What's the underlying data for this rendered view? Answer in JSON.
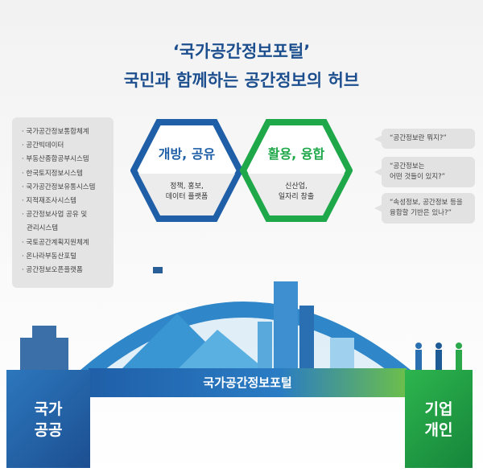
{
  "header": {
    "title_line1": "‘국가공간정보포털’",
    "title_line2": "국민과 함께하는 공간정보의 허브"
  },
  "systems": [
    "· 국가공간정보통합체계",
    "· 공간빅데이터",
    "· 부동산종합공부시스템",
    "· 한국토지정보시스템",
    "· 국가공간정보유통시스템",
    "· 지적재조사시스템",
    "· 공간정보사업 공유 및",
    "  관리시스템",
    "· 국토공간계획지원체계",
    "· 온나라부동산포털",
    "· 공간정보오픈플랫폼"
  ],
  "hexagons": [
    {
      "heading": "개방, 공유",
      "sub1": "정책, 홍보,",
      "sub2": "데이터 플랫폼",
      "color": "#1f5fa8"
    },
    {
      "heading": "활용, 융합",
      "sub1": "신산업,",
      "sub2": "일자리 창출",
      "color": "#1fa84a"
    }
  ],
  "bubbles": [
    {
      "line1": "“공간정보란 뭐지?”",
      "line2": ""
    },
    {
      "line1": "“공간정보는",
      "line2": "어떤 것들이 있지?”"
    },
    {
      "line1": "“속성정보, 공간정보 등을",
      "line2": "융합할 기반은 있나?”"
    }
  ],
  "bridge": {
    "label": "국가공간정보포털"
  },
  "left_block": {
    "line1": "국가",
    "line2": "공공"
  },
  "right_block": {
    "line1": "기업",
    "line2": "개인"
  }
}
